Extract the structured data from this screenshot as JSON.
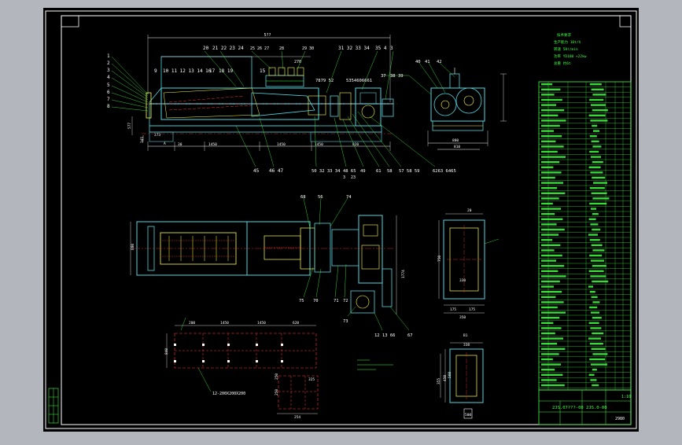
{
  "colors": {
    "window_bg": "#b3b7bd",
    "canvas_bg": "#000000",
    "frame": "#ffffff",
    "part_line": "#4fd6e2",
    "dimension": "#ffffff",
    "hatch": "#ffff40",
    "hidden": "#ff3030",
    "table": "#40ff40",
    "leader": "#40ff40"
  },
  "side_view": {
    "overall_length": "5??",
    "balloons_top": [
      "20",
      "21 22 23 24",
      "25 26 27",
      "28",
      "29 30",
      "31 32 33 34",
      "35 4",
      "3"
    ],
    "balloons_left": [
      "1",
      "2",
      "3",
      "4",
      "5",
      "6",
      "7",
      "8"
    ],
    "balloons_row2": [
      "9",
      "10 11 12 13 14 16",
      "17",
      "18 19"
    ],
    "balloons_mid": [
      "15",
      "7879 52",
      "5354606661"
    ],
    "balloons_bottom": [
      "45",
      "46 47",
      "50 32 33 34",
      "48 65",
      "49",
      "61",
      "58",
      "57 58 59",
      "6263 6465"
    ],
    "balloons_bottom_sub": [
      "3",
      "23"
    ],
    "dims_bottom": [
      "273",
      "A",
      "30",
      "1450",
      "1450",
      "1450",
      "820"
    ],
    "dim_left": "577",
    "dim_lower": "345",
    "dim_top_small": "270"
  },
  "end_view": {
    "balloons": [
      "40",
      "41",
      "42",
      "37",
      "38",
      "39"
    ],
    "dims": [
      "880",
      "810"
    ]
  },
  "plan_view": {
    "balloons_top": [
      "68",
      "56",
      "74"
    ],
    "balloons_bottom": [
      "75",
      "70",
      "71",
      "72",
      "73"
    ],
    "balloons_right": [
      "12 13 66",
      "67"
    ],
    "dim_left": "880",
    "dim_right": "1774"
  },
  "outlet_view": {
    "dims": [
      "20",
      "750",
      "330",
      "175",
      "175",
      "350"
    ]
  },
  "inlet_view": {
    "title": "B1",
    "dims": [
      "338",
      "355",
      "450",
      "560",
      "500"
    ]
  },
  "foundation": {
    "dims_top": [
      "200",
      "1450",
      "1450",
      "620"
    ],
    "dim_left": "840",
    "note": "12-200X200X200",
    "detail_dims": [
      "250",
      "250",
      "325",
      "254"
    ]
  },
  "tech_spec": {
    "title": "技术要求",
    "lines": [
      "生产能力 10t/h",
      "转速 58r/min",
      "功率 YD180 ×22kw",
      "总重 约6t"
    ]
  },
  "title_block": {
    "drawing_no": "2JS.07???-00 2JS.0-00",
    "scale": "1:10",
    "sheet": "2980"
  }
}
